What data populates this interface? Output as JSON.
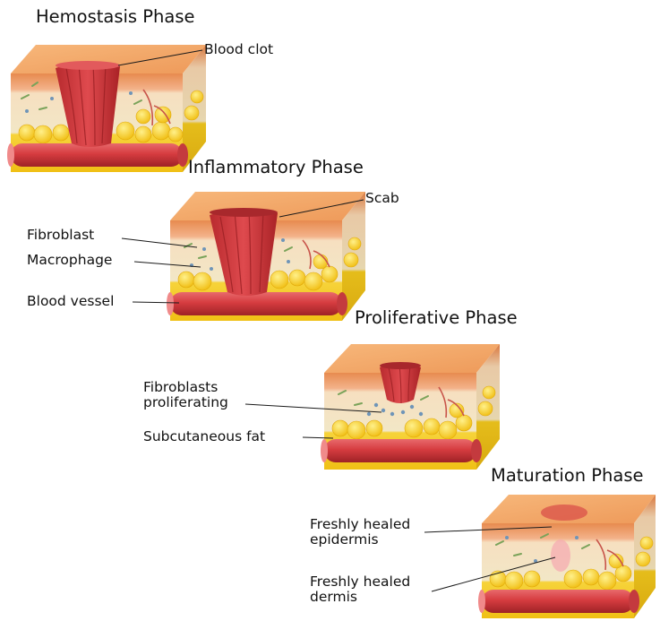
{
  "phases": {
    "hemostasis": "Hemostasis Phase",
    "inflammatory": "Inflammatory Phase",
    "proliferative": "Proliferative Phase",
    "maturation": "Maturation Phase"
  },
  "labels": {
    "blood_clot": "Blood clot",
    "scab": "Scab",
    "fibroblast": "Fibroblast",
    "macrophage": "Macrophage",
    "blood_vessel": "Blood vessel",
    "fibroblasts_proliferating": "Fibroblasts\nproliferating",
    "subcutaneous_fat": "Subcutaneous fat",
    "freshly_healed_epidermis": "Freshly healed\nepidermis",
    "freshly_healed_dermis": "Freshly healed\ndermis"
  },
  "colors": {
    "epidermis_top": "#f3a86a",
    "epidermis_side": "#e48a4e",
    "dermis": "#f2e6c4",
    "fat": "#f7d21c",
    "vessel": "#d8484c",
    "clot": "#c9383c",
    "label_text": "#111111"
  }
}
